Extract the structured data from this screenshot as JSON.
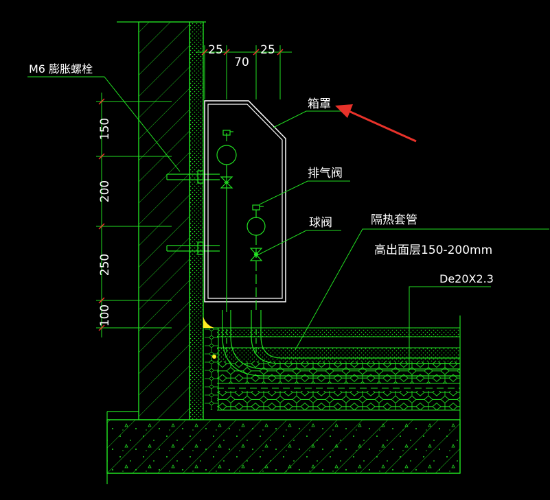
{
  "labels": {
    "bolt": "M6 膨胀螺栓",
    "box_cover": "箱罩",
    "vent_valve": "排气阀",
    "ball_valve": "球阀",
    "sleeve": "隔热套管",
    "sleeve_height": "高出面层150-200mm",
    "pipe_spec": "De20X2.3"
  },
  "dimensions": {
    "top": [
      "25",
      "70",
      "25"
    ],
    "side": [
      "150",
      "200",
      "250",
      "100"
    ]
  },
  "colors": {
    "background": "#000000",
    "lines": "#22e022",
    "text": "#ffffff",
    "dim_ticks": "#ff3030",
    "arrow": "#e8322a",
    "highlight": "#ffee22"
  }
}
